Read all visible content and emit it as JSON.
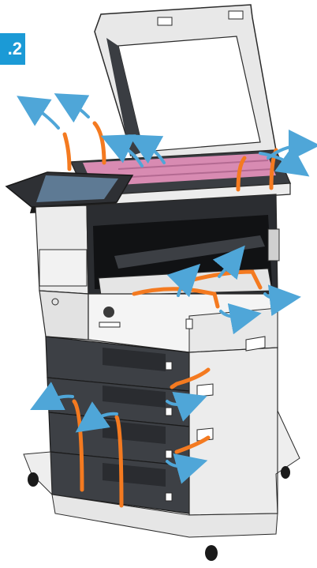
{
  "step": {
    "label": ".2"
  },
  "colors": {
    "tape": "#f47a20",
    "arrow": "#4fa6d8",
    "badge": "#1b9ad6",
    "glass": "#d88bb2",
    "body_light": "#eeeeee",
    "body_dark": "#4a4d52",
    "outline": "#2a2a2a"
  },
  "icons": [
    "printer-illustration",
    "pull-arrow-icon",
    "tape-strip",
    "brand-logo"
  ]
}
